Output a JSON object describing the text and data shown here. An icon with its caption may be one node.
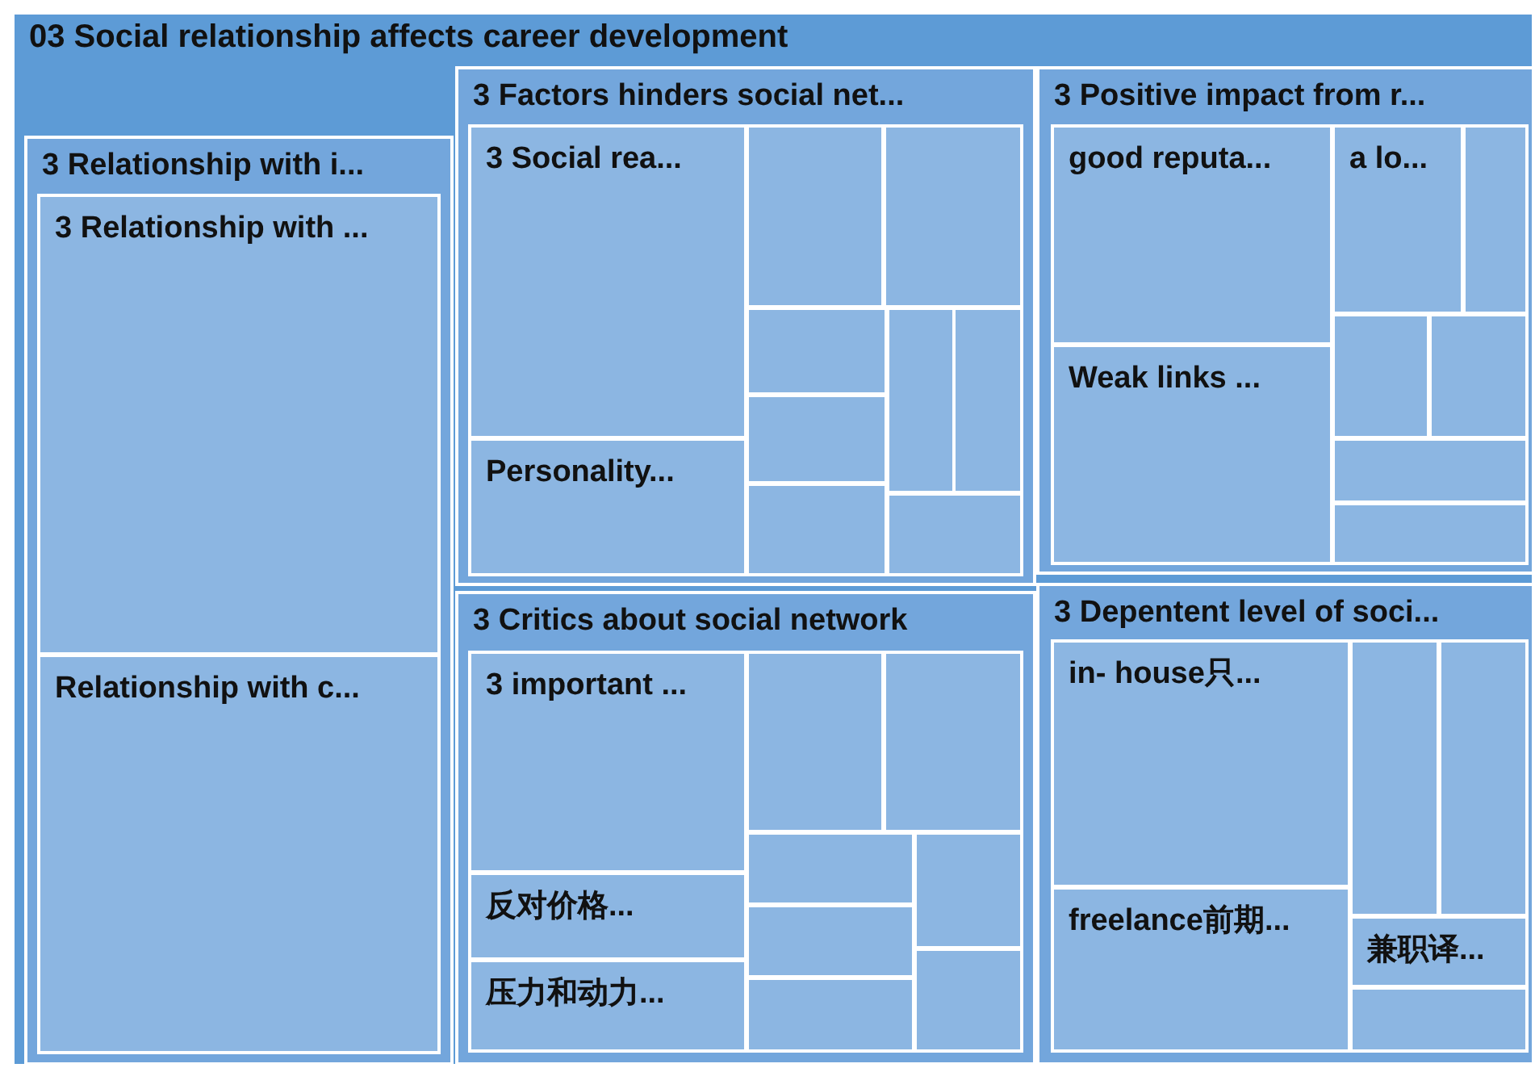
{
  "diagram": {
    "nodes": [
      {
        "text": [
          "03 Social relationship affects career development"
        ]
      },
      {
        "text": [
          "3 Relationship with i..."
        ],
        "in": 0
      },
      {
        "text": [
          "3 Relationship with ..."
        ],
        "in": 1
      },
      {
        "text": [
          "Relationship with c..."
        ],
        "in": 1
      },
      {
        "text": [
          "3 Factors hinders social net..."
        ],
        "in": 0
      },
      {
        "text": [
          "3 Social rea..."
        ],
        "in": 4
      },
      {
        "text": [],
        "shape": "box",
        "in": 4
      },
      {
        "text": [],
        "shape": "box",
        "in": 4
      },
      {
        "text": [],
        "shape": "box",
        "in": 4
      },
      {
        "text": [],
        "shape": "box",
        "in": 4
      },
      {
        "text": [],
        "shape": "box",
        "in": 4
      },
      {
        "text": [],
        "shape": "box",
        "in": 4
      },
      {
        "text": [
          "Personality..."
        ],
        "in": 4
      },
      {
        "text": [],
        "shape": "box",
        "in": 4
      },
      {
        "text": [],
        "shape": "box",
        "in": 4
      },
      {
        "text": [
          "3 Positive impact from r..."
        ],
        "in": 0
      },
      {
        "text": [
          "good reputa..."
        ],
        "in": 15
      },
      {
        "text": [
          "a lo..."
        ],
        "in": 15
      },
      {
        "text": [],
        "shape": "box",
        "in": 15
      },
      {
        "text": [],
        "shape": "box",
        "in": 15
      },
      {
        "text": [],
        "shape": "box",
        "in": 15
      },
      {
        "text": [
          "Weak links ..."
        ],
        "in": 15
      },
      {
        "text": [],
        "shape": "box",
        "in": 15
      },
      {
        "text": [],
        "shape": "box",
        "in": 15
      },
      {
        "text": [
          "3 Critics about social network"
        ],
        "in": 0
      },
      {
        "text": [
          "3 important ..."
        ],
        "in": 24
      },
      {
        "text": [],
        "shape": "box",
        "in": 24
      },
      {
        "text": [],
        "shape": "box",
        "in": 24
      },
      {
        "text": [],
        "shape": "box",
        "in": 24
      },
      {
        "text": [],
        "shape": "box",
        "in": 24
      },
      {
        "text": [
          "反对价格..."
        ],
        "in": 24
      },
      {
        "text": [],
        "shape": "box",
        "in": 24
      },
      {
        "text": [
          "压力和动力..."
        ],
        "in": 24
      },
      {
        "text": [],
        "shape": "box",
        "in": 24
      },
      {
        "text": [],
        "shape": "box",
        "in": 24
      },
      {
        "text": [
          "3 Depentent level of soci..."
        ],
        "in": 0
      },
      {
        "text": [
          "in- house只..."
        ],
        "in": 35
      },
      {
        "text": [],
        "shape": "box",
        "in": 35
      },
      {
        "text": [],
        "shape": "box",
        "in": 35
      },
      {
        "text": [
          "freelance前期..."
        ],
        "in": 35
      },
      {
        "text": [
          "兼职译..."
        ],
        "in": 35
      },
      {
        "text": [],
        "shape": "box",
        "in": 35
      }
    ]
  }
}
